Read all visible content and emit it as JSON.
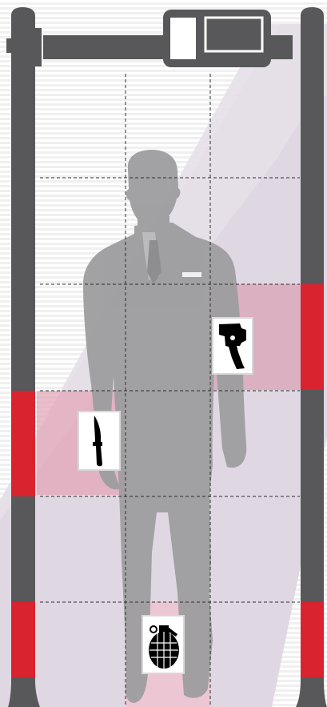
{
  "colors": {
    "background": "#ffffff",
    "stripe": "#eeeeee",
    "beam": "#ddd6e0",
    "frame": "#58585a",
    "alert": "#d9232f",
    "zone_highlight": "#d9a3b5",
    "silhouette": "#9d9d9f",
    "grid_line": "#2d2d2d",
    "item_card": "#ffffff"
  },
  "icons": {
    "display": "control-panel-icon",
    "silhouette": "person-in-suit-silhouette",
    "gun": "revolver-icon",
    "knife": "combat-knife-icon",
    "grenade": "hand-grenade-icon"
  },
  "detection_grid": {
    "columns": 3,
    "rows": 5
  },
  "alerts": [
    {
      "side": "right",
      "zone_row": 2,
      "item": "revolver-icon"
    },
    {
      "side": "left",
      "zone_row": 3,
      "item": "combat-knife-icon"
    },
    {
      "side": "both",
      "zone_row": 5,
      "item": "hand-grenade-icon"
    }
  ]
}
